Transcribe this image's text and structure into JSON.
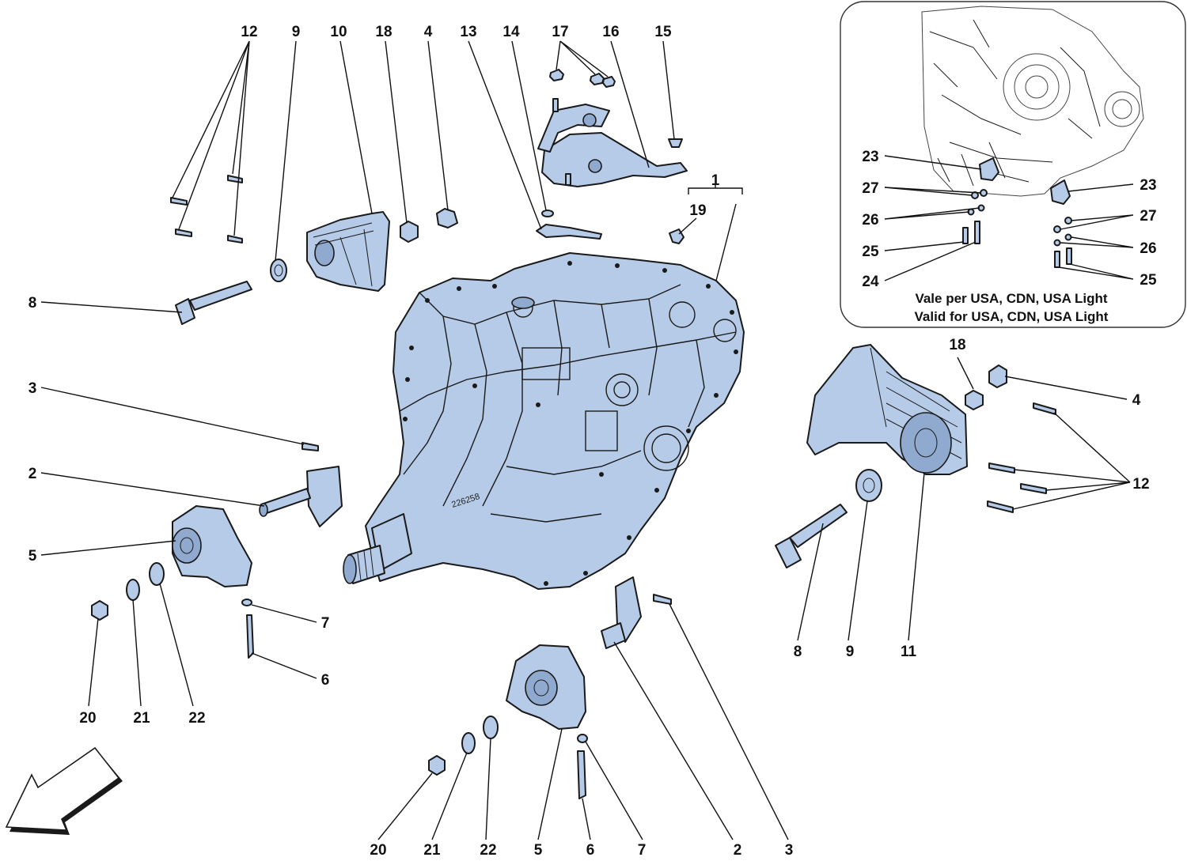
{
  "labels": {
    "l12a": "12",
    "l9a": "9",
    "l10": "10",
    "l18a": "18",
    "l4a": "4",
    "l13": "13",
    "l14": "14",
    "l17": "17",
    "l16": "16",
    "l15": "15",
    "l1": "1",
    "l19": "19",
    "l8a": "8",
    "l3a": "3",
    "l2a": "2",
    "l5a": "5",
    "l7a": "7",
    "l6a": "6",
    "l20a": "20",
    "l21a": "21",
    "l22a": "22",
    "l18b": "18",
    "l4b": "4",
    "l12b": "12",
    "l8b": "8",
    "l9b": "9",
    "l11": "11",
    "l20b": "20",
    "l21b": "21",
    "l22b": "22",
    "l5b": "5",
    "l6b": "6",
    "l7b": "7",
    "l2b": "2",
    "l3b": "3"
  },
  "inset": {
    "labels": {
      "l23a": "23",
      "l27a": "27",
      "l26a": "26",
      "l25a": "25",
      "l24": "24",
      "l23b": "23",
      "l27b": "27",
      "l26b": "26",
      "l25b": "25"
    },
    "note_line1": "Vale per USA, CDN, USA Light",
    "note_line2": "Valid for USA, CDN, USA Light"
  },
  "part_number_stamp": "226258",
  "icons": [
    "direction-arrow-icon"
  ],
  "colors": {
    "part_fill": "#b6cbe7",
    "outline": "#1a1a1a",
    "background": "#ffffff"
  }
}
